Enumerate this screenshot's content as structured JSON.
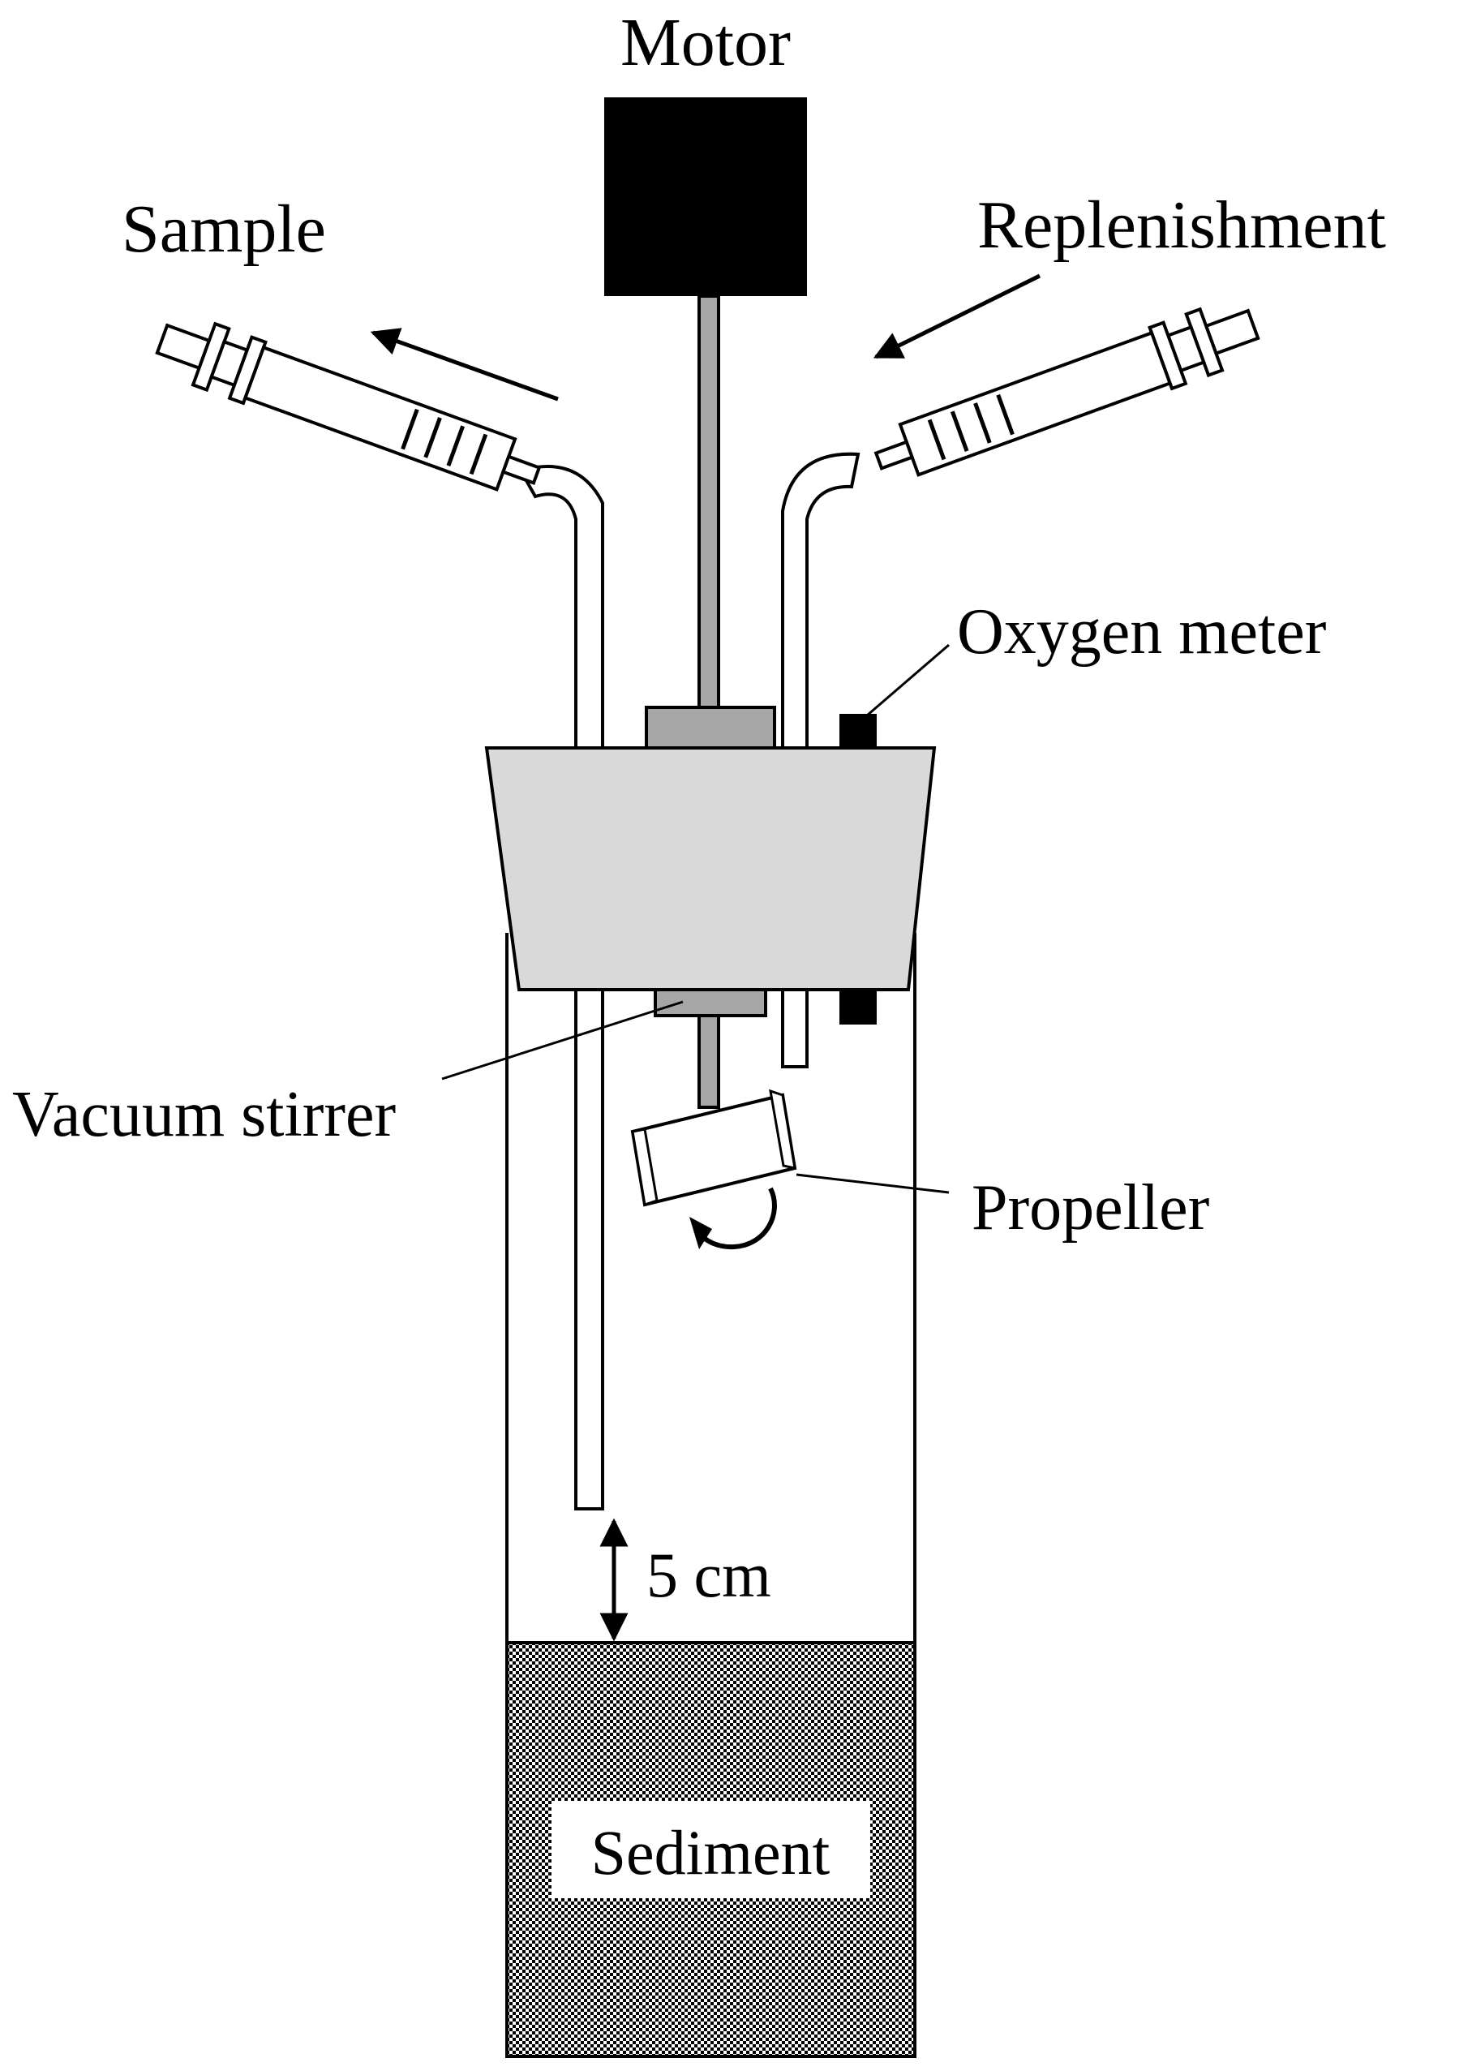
{
  "labels": {
    "motor": "Motor",
    "sample": "Sample",
    "replenishment": "Replenishment",
    "oxygen_meter": "Oxygen meter",
    "vacuum_stirrer": "Vacuum stirrer",
    "propeller": "Propeller",
    "distance": "5 cm",
    "sediment": "Sediment"
  },
  "colors": {
    "stroke": "#000000",
    "motor": "#000000",
    "stopper": "#d9d9d9",
    "shaft": "#a6a6a6",
    "bearing": "#a6a6a6",
    "sediment_dot": "#000000",
    "background": "#ffffff"
  }
}
